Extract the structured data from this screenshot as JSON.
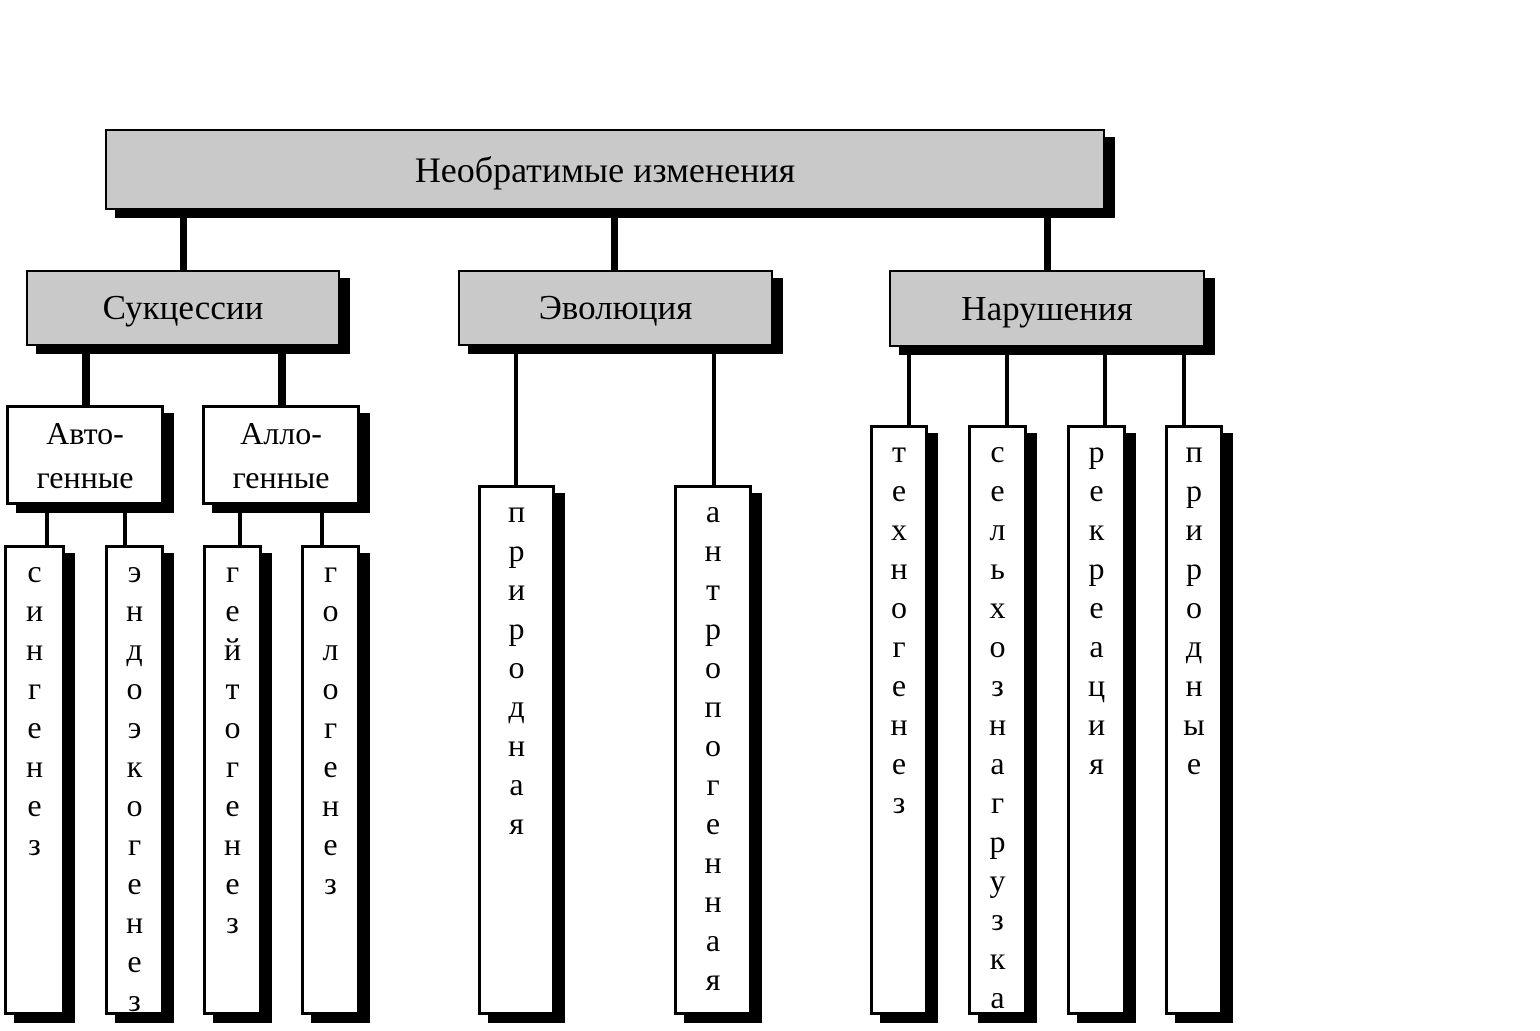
{
  "diagram": {
    "root": {
      "label": "Необратимые изменения"
    },
    "branches": [
      {
        "label": "Сукцессии",
        "groups": [
          {
            "line1": "Авто-",
            "line2": "генные",
            "leaves": [
              "сингенез",
              "эндоэкогенез"
            ]
          },
          {
            "line1": "Алло-",
            "line2": "генные",
            "leaves": [
              "гейтогенез",
              "гологенез"
            ]
          }
        ]
      },
      {
        "label": "Эволюция",
        "leaves": [
          "природная",
          "антропогенная"
        ]
      },
      {
        "label": "Нарушения",
        "leaves": [
          "техногенез",
          "сельхознагрузка",
          "рекреация",
          "природные"
        ]
      }
    ]
  },
  "colors": {
    "background": "#ffffff",
    "box_fill": "#c9c9c9",
    "leaf_fill": "#ffffff",
    "line": "#000000",
    "shadow": "#000000",
    "text": "#000000"
  }
}
